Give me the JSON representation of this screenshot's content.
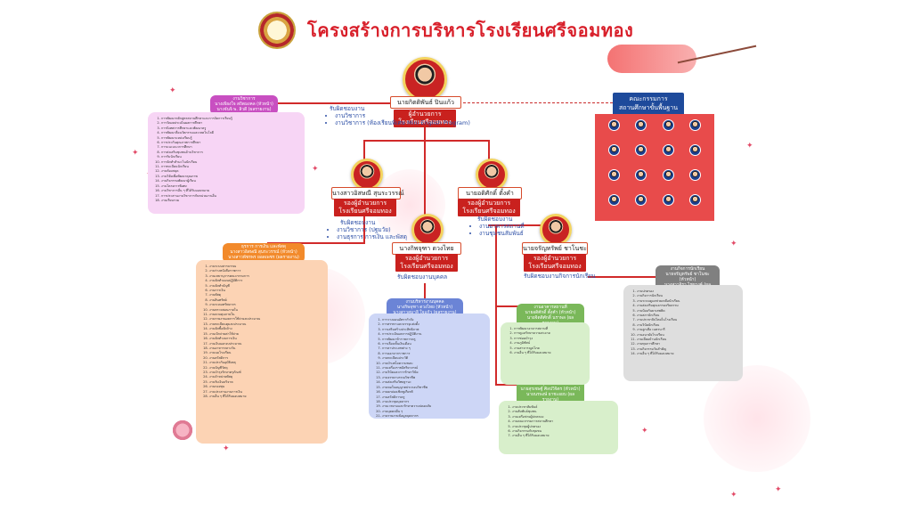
{
  "title": "โครงสร้างการบริหารโรงเรียนศรีจอมทอง",
  "director": {
    "name": "นายกิตติพันธ์ ปินแก้ว",
    "role": "ผู้อำนวยการ\nโรงเรียนศรีจอมทอง",
    "resp_title": "รับผิดชอบงาน",
    "resp": [
      "งานวิชาการ",
      "งานวิชาการ (ห้องเรียนพิเศษ Mini English Program)"
    ]
  },
  "board": {
    "title": "คณะกรรมการ\nสถานศึกษาขั้นพื้นฐาน"
  },
  "deputies": [
    {
      "name": "นางสาวอิสษณี สุนระวรรณ์",
      "role": "รองผู้อำนวยการ\nโรงเรียนศรีจอมทอง",
      "resp_title": "รับผิดชอบงาน",
      "resp": [
        "งานวิชาการ (ปฐมวัย)",
        "งานธุรการ การเงิน และพัสดุ"
      ]
    },
    {
      "name": "นายอดิศักดิ์ ตั้งคำ",
      "role": "รองผู้อำนวยการ\nโรงเรียนศรีจอมทอง",
      "resp_title": "รับผิดชอบงาน",
      "resp": [
        "งานอาคารสถานที่",
        "งานชุมชนสัมพันธ์"
      ]
    },
    {
      "name": "นางกิพจุฑา ดวงไทย",
      "role": "รองผู้อำนวยการ\nโรงเรียนศรีจอมทอง",
      "resp_title": "รับผิดชอบงานบุคคล",
      "resp": []
    },
    {
      "name": "นายจรัญทรัพย์ ชาโนชะ",
      "role": "รองผู้อำนวยการ\nโรงเรียนศรีจอมทอง",
      "resp_title": "รับผิดชอบงานกิจการนักเรียน",
      "resp": []
    }
  ],
  "groups": [
    {
      "id": "academic",
      "header": "งานวิชาการ\nนางเพียงใจ  สถิตมงคล (หัวหน้า)\nนางจันจิ  พ. ลิวดี (ผลรายงาน)",
      "color": "#c84fc1",
      "bg": "#f7d5f5",
      "items": [
        "การพัฒนาหลักสูตรสถานศึกษาและการจัดการเรียนรู้",
        "การวัดผลประเมินผลการศึกษา",
        "การนิเทศการศึกษาและพัฒนาครู",
        "การพัฒนาสื่อนวัตกรรมและเทคโนโลยี",
        "การพัฒนาแหล่งเรียนรู้",
        "การประกันคุณภาพการศึกษา",
        "การแนะแนวการศึกษา",
        "การส่งเสริมชุมชนด้านวิชาการ",
        "การรับนักเรียน",
        "การจัดทำสำมะโนนักเรียน",
        "การทะเบียนนักเรียน",
        "งานห้องสมุด",
        "งานวิจัยเพื่อพัฒนาคุณภาพ",
        "งานกิจกรรมพัฒนาผู้เรียน",
        "งานโครงการพิเศษ",
        "งานวิชาการอื่น ๆ ที่ได้รับมอบหมาย",
        "การประสานงานวิชาการกับหน่วยงานอื่น",
        "งานเรียนรวม"
      ]
    },
    {
      "id": "budget",
      "header": "ธุรการ การเงิน และพัสดุ\nนางสาวอิสษณี สุนระวรรณ์ (หัวหน้า)\nนางสาวพัชรพร ยอดเพชร (ผลรายงาน)",
      "color": "#f28a2b",
      "bg": "#fcd3b4",
      "items": [
        "งานระบบสารบรรณ",
        "งานร่างหนังสือราชการ",
        "งานเลขานุการคณะกรรมการ",
        "งานจัดทำแผนปฏิบัติการ",
        "งานจัดทำบัญชี",
        "งานการเงิน",
        "งานพัสดุ",
        "งานสินทรัพย์",
        "งานระดมทรัพยากร",
        "งานตรวจสอบภายใน",
        "งานควบคุมภายใน",
        "งานรายงานผลการใช้จ่ายงบประมาณ",
        "งานทะเบียนคุมงบประมาณ",
        "งานจัดซื้อจัดจ้าง",
        "งานเบิกจ่ายค่าใช้จ่าย",
        "งานจัดทำงบการเงิน",
        "งานเงินนอกงบประมาณ",
        "งานอาหารกลางวัน",
        "งานนมโรงเรียน",
        "งานสวัสดิการ",
        "งานประกันอุบัติเหตุ",
        "งานบัญชีวัสดุ",
        "งานบำรุงรักษาครุภัณฑ์",
        "งานจำหน่ายพัสดุ",
        "งานรับเงินบริจาค",
        "งานกองทุน",
        "งานประสานงานการเงิน",
        "งานอื่น ๆ ที่ได้รับมอบหมาย"
      ]
    },
    {
      "id": "personnel",
      "header": "งานบริหารงานบุคคล\nนางกิพจุฑา ดวงไทย (หัวหน้า)\nนางสาวสุมาลี  ใจแก้ว (ผลรายงาน)",
      "color": "#6b84d6",
      "bg": "#cdd6f6",
      "items": [
        "การวางแผนอัตรากำลัง",
        "การสรรหาและบรรจุแต่งตั้ง",
        "การเสริมสร้างประสิทธิภาพ",
        "การประเมินผลการปฏิบัติงาน",
        "การพัฒนาข้าราชการครู",
        "การเลื่อนขั้นเงินเดือน",
        "การลาประเภทต่าง ๆ",
        "การออกจากราชการ",
        "งานทะเบียนประวัติ",
        "งานบำเหน็จความชอบ",
        "งานเครื่องราชอิสริยาภรณ์",
        "งานวินัยและการรักษาวินัย",
        "งานจรรยาบรรณวิชาชีพ",
        "งานส่งเสริมวิทยฐานะ",
        "งานขอใบอนุญาตประกอบวิชาชีพ",
        "งานยกย่องเชิดชูเกียรติ",
        "งานสวัสดิการครู",
        "งานประชุมบุคลากร",
        "งานเวรยามและรักษาความปลอดภัย",
        "งานบุคคลอื่น ๆ",
        "งานรายงานข้อมูลบุคลากร",
        "งานอื่น ๆ ที่ได้รับมอบหมาย"
      ]
    },
    {
      "id": "building",
      "header": "งานอาคารสถานที่\nนายอดิศักดิ์ ตั้งคำ (หัวหน้า)\nนายจิตติศักดิ์ นราพล (ผลรายงาน)",
      "color": "#7ab85a",
      "bg": "#d8efcb",
      "items": [
        "การพัฒนาอาคารสถานที่",
        "การดูแลรักษาความสะอาด",
        "การซ่อมบำรุง",
        "งานภูมิทัศน์",
        "งานสาธารณูปโภค",
        "งานอื่น ๆ ที่ได้รับมอบหมาย"
      ]
    },
    {
      "id": "community",
      "header": "งานชุมชนสัมพันธ์\nนายสุรเชษฐ์  ศิลปวิจิตร (หัวหน้า)\nนายนรพงษ์  ยาชะอยบ (ผลรายงาน)",
      "color": "#7ab85a",
      "bg": "#d8efcb",
      "items": [
        "งานประชาสัมพันธ์",
        "งานสัมพันธ์ชุมชน",
        "งานเครือข่ายผู้ปกครอง",
        "งานคณะกรรมการสถานศึกษา",
        "งานประชุมผู้ปกครอง",
        "งานกิจกรรมกับชุมชน",
        "งานอื่น ๆ ที่ได้รับมอบหมาย"
      ]
    },
    {
      "id": "student",
      "header": "งานกิจการนักเรียน\nนายจรัญทรัพย์ ชาโนชะ (หัวหน้า)\nนางสาวจิรา ไชยวงค์ (ผลรายงาน)",
      "color": "#808080",
      "bg": "#dedede",
      "items": [
        "งานปกครอง",
        "งานกิจการนักเรียน",
        "งานระบบดูแลช่วยเหลือนักเรียน",
        "งานส่งเสริมคุณธรรมจริยธรรม",
        "งานป้องกันยาเสพติด",
        "งานสภานักเรียน",
        "งานประชาธิปไตยในโรงเรียน",
        "งานวินัยนักเรียน",
        "งานลูกเสือ เนตรนารี",
        "งานอนามัยโรงเรียน",
        "งานเยี่ยมบ้านนักเรียน",
        "งานทุนการศึกษา",
        "งานกิจกรรมวันสำคัญ",
        "งานอื่น ๆ ที่ได้รับมอบหมาย"
      ]
    }
  ]
}
